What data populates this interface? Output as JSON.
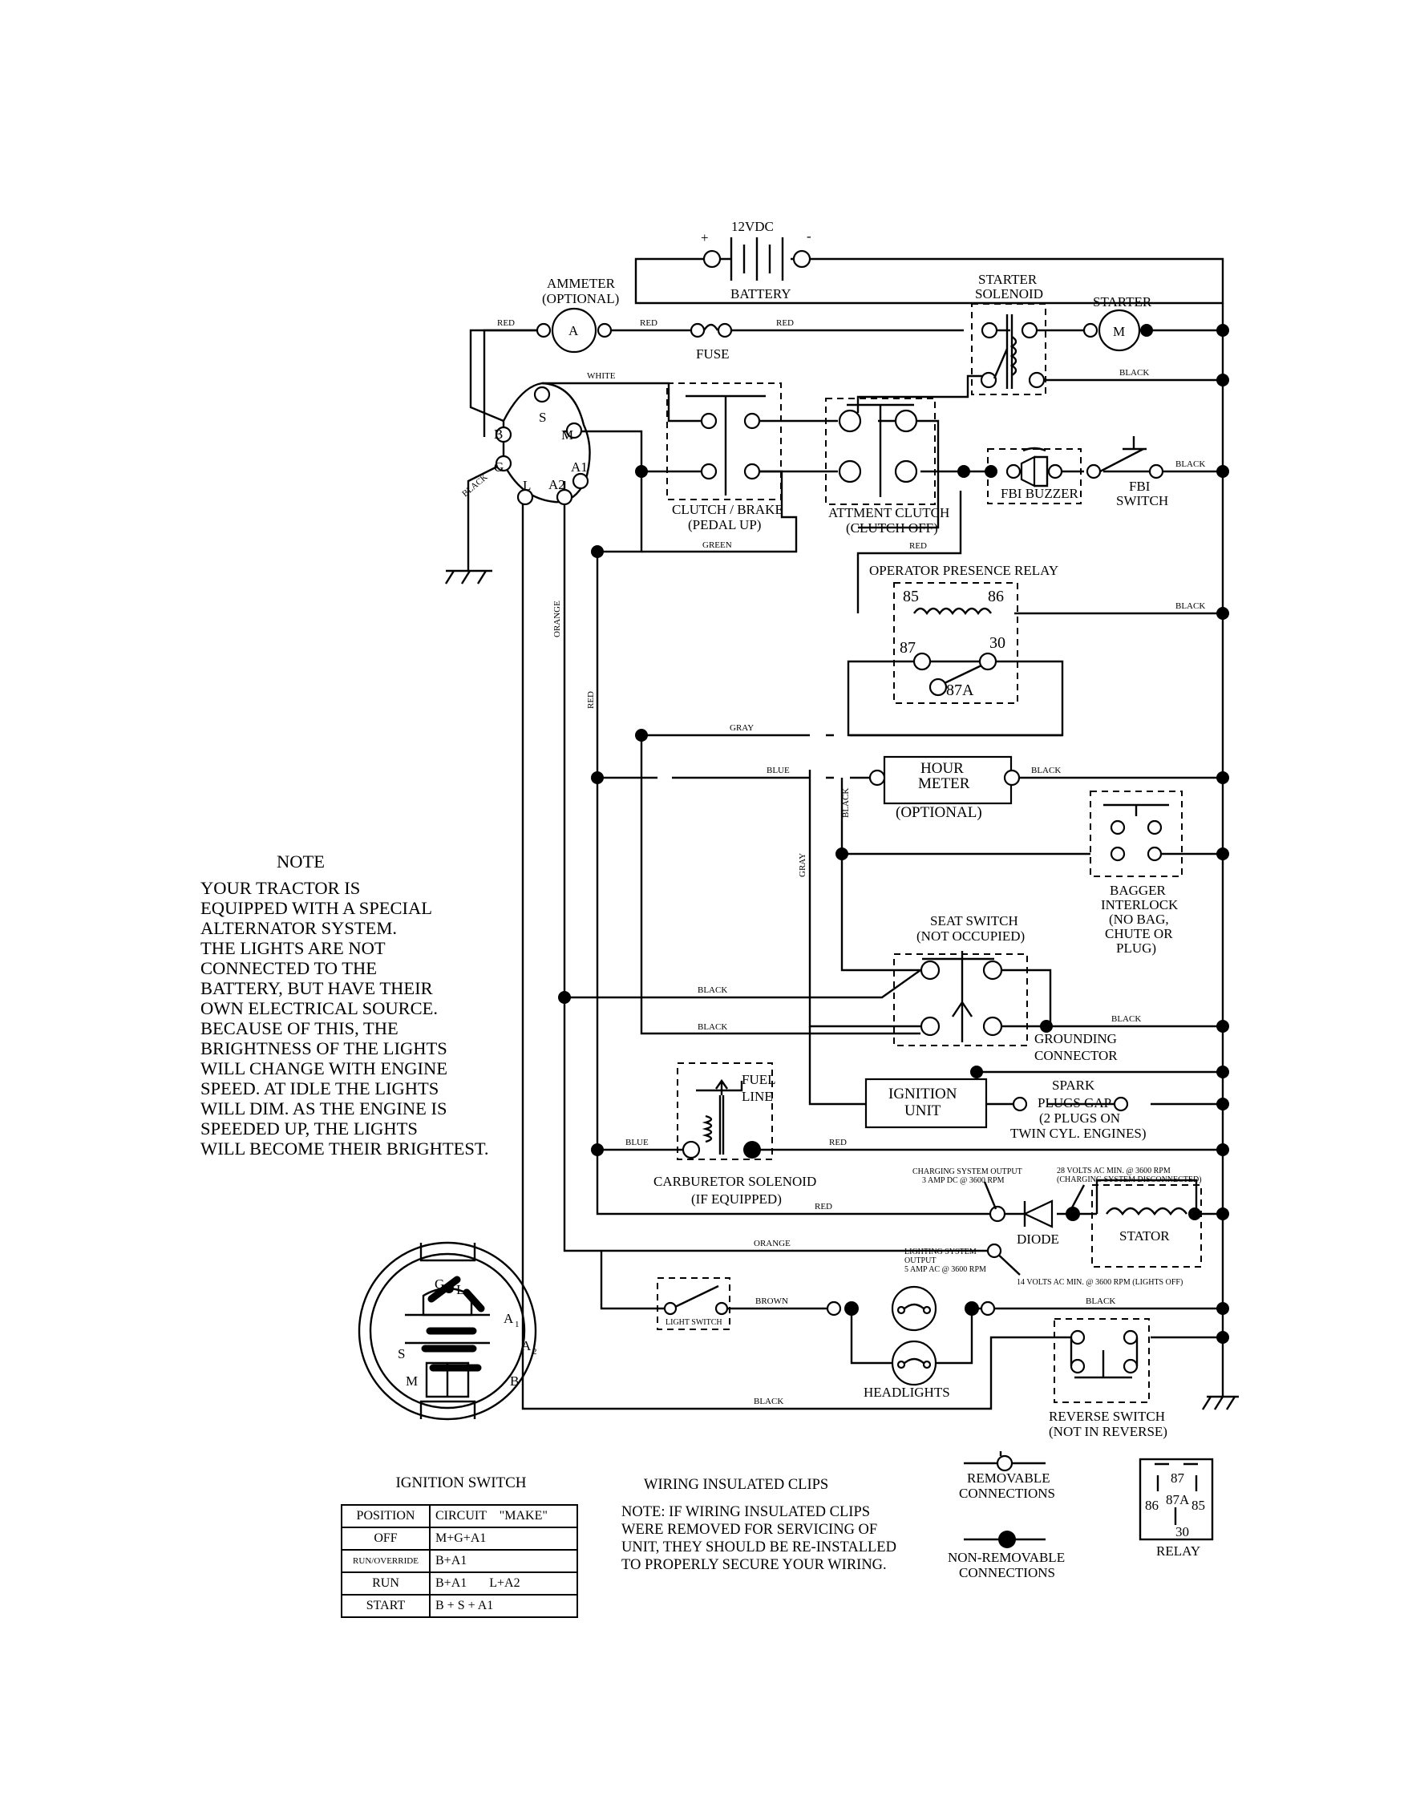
{
  "battery": {
    "label": "BATTERY",
    "voltage": "12VDC",
    "plus": "+",
    "minus": "-"
  },
  "ammeter": {
    "label_1": "AMMETER",
    "label_2": "(OPTIONAL)",
    "symbol": "A"
  },
  "fuse": {
    "label": "FUSE"
  },
  "starter_solenoid": {
    "label_1": "STARTER",
    "label_2": "SOLENOID"
  },
  "starter": {
    "label": "STARTER",
    "symbol": "M"
  },
  "ignition_terminals": {
    "b": "B",
    "s": "S",
    "m": "M",
    "g": "G",
    "l": "L",
    "a2": "A2",
    "a1": "A1"
  },
  "clutch_brake": {
    "label_1": "CLUTCH / BRAKE",
    "label_2": "(PEDAL UP)"
  },
  "attachment_clutch": {
    "label_1": "ATTMENT CLUTCH",
    "label_2": "(CLUTCH OFF)"
  },
  "fbi_buzzer": {
    "label": "FBI BUZZER"
  },
  "fbi_switch": {
    "label_1": "FBI",
    "label_2": "SWITCH"
  },
  "operator_presence_relay": {
    "label": "OPERATOR PRESENCE RELAY",
    "pin_85": "85",
    "pin_86": "86",
    "pin_87": "87",
    "pin_30": "30",
    "pin_87a": "87A"
  },
  "hour_meter": {
    "label_1": "HOUR",
    "label_2": "METER",
    "label_3": "(OPTIONAL)"
  },
  "bagger_interlock": {
    "lines": [
      "BAGGER",
      "INTERLOCK",
      "(NO BAG,",
      "CHUTE OR",
      "PLUG)"
    ]
  },
  "seat_switch": {
    "label_1": "SEAT SWITCH",
    "label_2": "(NOT OCCUPIED)"
  },
  "grounding_connector": {
    "label_1": "GROUNDING",
    "label_2": "CONNECTOR"
  },
  "fuel_line": {
    "label_1": "FUEL",
    "label_2": "LINE"
  },
  "ignition_unit": {
    "label_1": "IGNITION",
    "label_2": "UNIT"
  },
  "spark_plugs": {
    "label_1": "SPARK",
    "label_2": "PLUGS GAP",
    "label_3": "(2 PLUGS ON",
    "label_4": "TWIN CYL. ENGINES)"
  },
  "carburetor_solenoid": {
    "label_1": "CARBURETOR SOLENOID",
    "label_2": "(IF EQUIPPED)"
  },
  "charging": {
    "output_1": "CHARGING SYSTEM OUTPUT",
    "output_2": "3 AMP DC @ 3600 RPM",
    "volts_1": "28 VOLTS AC MIN. @ 3600 RPM",
    "volts_2": "(CHARGING SYSTEM DISCONNECTED)"
  },
  "diode": {
    "label": "DIODE"
  },
  "stator": {
    "label": "STATOR"
  },
  "lighting": {
    "output_1": "LIGHTING SYSTEM",
    "output_2": "OUTPUT",
    "output_3": "5 AMP AC @ 3600 RPM",
    "volts": "14 VOLTS AC MIN. @ 3600 RPM (LIGHTS OFF)"
  },
  "light_switch": {
    "label": "LIGHT SWITCH"
  },
  "headlights": {
    "label": "HEADLIGHTS"
  },
  "reverse_switch": {
    "label_1": "REVERSE SWITCH",
    "label_2": "(NOT IN REVERSE)"
  },
  "wires": {
    "red": "RED",
    "white": "WHITE",
    "black": "BLACK",
    "green": "GREEN",
    "orange": "ORANGE",
    "gray": "GRAY",
    "blue": "BLUE",
    "brown": "BROWN"
  },
  "note": {
    "title": "NOTE",
    "body": "YOUR TRACTOR IS\nEQUIPPED WITH A SPECIAL\nALTERNATOR SYSTEM.\nTHE LIGHTS ARE NOT\nCONNECTED TO THE\nBATTERY, BUT HAVE THEIR\nOWN ELECTRICAL SOURCE.\nBECAUSE OF THIS, THE\nBRIGHTNESS OF THE LIGHTS\nWILL CHANGE WITH ENGINE\nSPEED.  AT IDLE THE LIGHTS\nWILL DIM.  AS THE ENGINE IS\nSPEEDED UP, THE LIGHTS\nWILL BECOME THEIR BRIGHTEST."
  },
  "ignition_switch": {
    "title": "IGNITION SWITCH",
    "face_labels": {
      "g": "G",
      "l": "L",
      "a1": "A",
      "a1_sub": "1",
      "a2": "A",
      "a2_sub": "2",
      "s": "S",
      "m": "M",
      "b": "B"
    },
    "headers": {
      "position": "POSITION",
      "circuit": "CIRCUIT",
      "make": "\"MAKE\""
    },
    "rows": [
      {
        "position": "OFF",
        "circuit": "M+G+A1",
        "extra": ""
      },
      {
        "position": "RUN/OVERRIDE",
        "circuit": "B+A1",
        "extra": ""
      },
      {
        "position": "RUN",
        "circuit": "B+A1",
        "extra": "L+A2"
      },
      {
        "position": "START",
        "circuit": "B + S + A1",
        "extra": ""
      }
    ]
  },
  "clips": {
    "title": "WIRING INSULATED CLIPS",
    "note": "NOTE:  IF WIRING INSULATED CLIPS\nWERE REMOVED FOR SERVICING OF\n UNIT, THEY SHOULD BE RE-INSTALLED\nTO PROPERLY SECURE YOUR WIRING."
  },
  "legend": {
    "removable_1": "REMOVABLE",
    "removable_2": "CONNECTIONS",
    "nonremovable_1": "NON-REMOVABLE",
    "nonremovable_2": "CONNECTIONS"
  },
  "relay": {
    "label": "RELAY",
    "p87": "87",
    "p87a": "87A",
    "p86": "86",
    "p85": "85",
    "p30": "30"
  }
}
